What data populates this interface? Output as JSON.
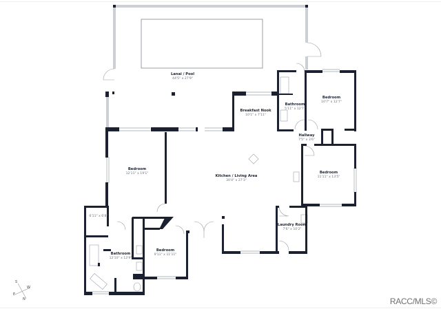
{
  "plan": {
    "colors": {
      "wall": "#1b2130",
      "thin": "#9aa0a8",
      "background": "#ffffff",
      "label": "#1c2230",
      "dimension": "#6a6f7a"
    },
    "rooms": [
      {
        "id": "lanai",
        "name": "Lanai / Pool",
        "dimensions": "44'5\" x 27'9\""
      },
      {
        "id": "breakfast",
        "name": "Breakfast Nook",
        "dimensions": "10'1\" x 7'11\""
      },
      {
        "id": "bath-ne",
        "name": "Bathroom",
        "dimensions": "5'11\" x 12'7\""
      },
      {
        "id": "bed-ne",
        "name": "Bedroom",
        "dimensions": "10'7\" x 12'7\""
      },
      {
        "id": "hallway",
        "name": "Hallway",
        "dimensions": "7'5\" x 3'6\""
      },
      {
        "id": "bed-w",
        "name": "Bedroom",
        "dimensions": "12'11\" x 19'1\""
      },
      {
        "id": "kitchen",
        "name": "Kitchen / Living Area",
        "dimensions": "30'4\" x 27'3\""
      },
      {
        "id": "bed-e",
        "name": "Bedroom",
        "dimensions": "11'11\" x 13'5\""
      },
      {
        "id": "closet",
        "name": "",
        "dimensions": "6'11\" x 6'8\""
      },
      {
        "id": "laundry",
        "name": "Laundry Room",
        "dimensions": "7'6\" x 10'2\""
      },
      {
        "id": "bath-sw",
        "name": "Bathroom",
        "dimensions": "12'10\" x 12'9\""
      },
      {
        "id": "bed-s",
        "name": "Bedroom",
        "dimensions": "9'11\" x 11'11\""
      }
    ]
  },
  "compass": {
    "n": "N",
    "s": "S",
    "e": "E",
    "w": "W"
  },
  "watermark": "RACC/MLS©"
}
